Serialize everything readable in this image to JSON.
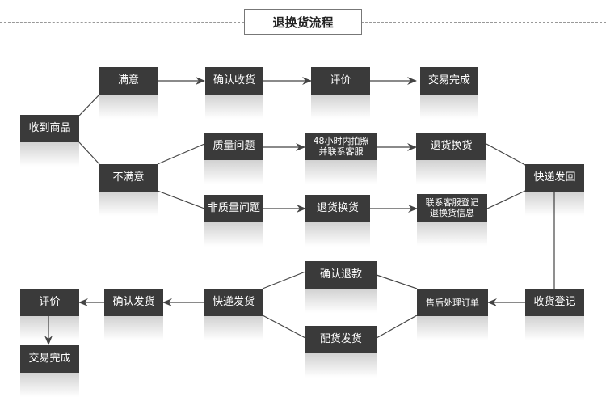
{
  "title": "退换货流程",
  "colors": {
    "node_bg": "#3a3a3a",
    "node_text": "#ffffff",
    "line": "#444444"
  },
  "nodes": {
    "receive": "收到商品",
    "satisfied": "满意",
    "confirm_receipt": "确认收货",
    "review_top": "评价",
    "done_top": "交易完成",
    "unsatisfied": "不满意",
    "quality_issue": "质量问题",
    "photo_contact": "48小时内拍照\n并联系客服",
    "return_exchange_1": "退货换货",
    "non_quality_issue": "非质量问题",
    "return_exchange_2": "退货换货",
    "register_info": "联系客服登记\n退换货信息",
    "express_back": "快递发回",
    "receipt_register": "收货登记",
    "after_sale": "售后处理订单",
    "confirm_refund": "确认退款",
    "allocate_ship": "配货发货",
    "express_ship": "快递发货",
    "confirm_ship": "确认发货",
    "review_bottom": "评价",
    "done_bottom": "交易完成"
  }
}
